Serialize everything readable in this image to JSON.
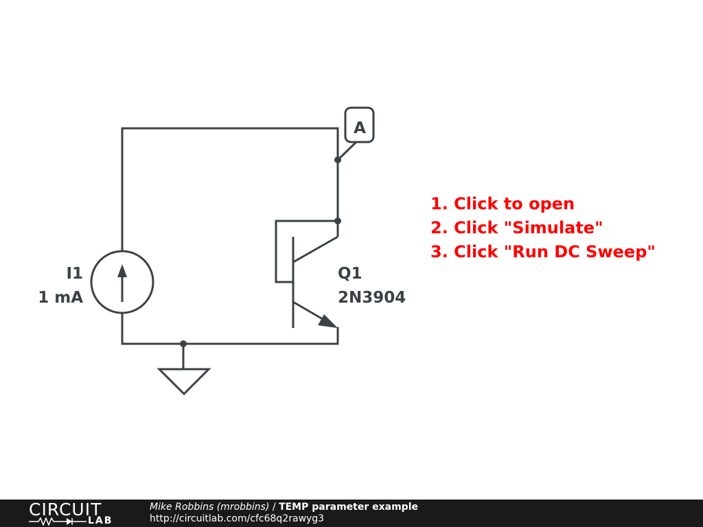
{
  "schematic": {
    "source": {
      "ref": "I1",
      "value": "1 mA"
    },
    "transistor": {
      "ref": "Q1",
      "part": "2N3904"
    },
    "probe": {
      "label": "A"
    }
  },
  "instructions": [
    "1. Click to open",
    "2. Click \"Simulate\"",
    "3. Click \"Run DC Sweep\""
  ],
  "footer": {
    "logo_top": "CIRCUIT",
    "logo_bottom": "LAB",
    "author": "Mike Robbins (mrobbins)",
    "separator": " / ",
    "title": "TEMP parameter example",
    "url": "http://circuitlab.com/cfc68q2rawyg3"
  },
  "colors": {
    "wire": "#3b4146",
    "instruction_text": "#ff0000",
    "footer_bg": "#1a1a1a"
  }
}
